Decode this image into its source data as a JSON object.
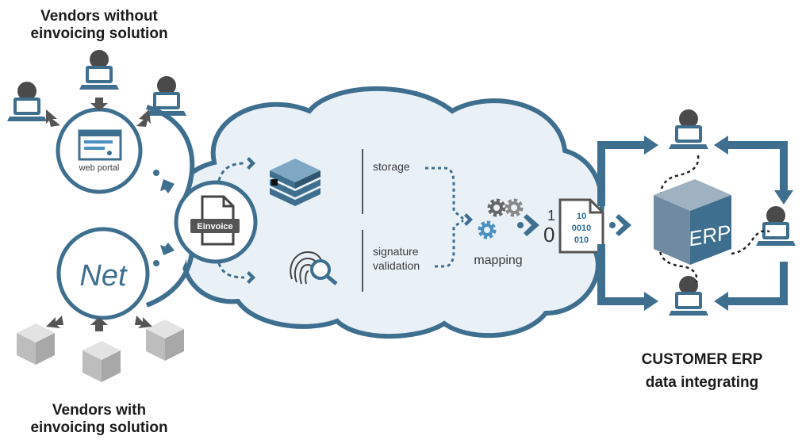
{
  "labels": {
    "vendors_without_line1": "Vendors without",
    "vendors_without_line2": "einvoicing solution",
    "vendors_with_line1": "Vendors with",
    "vendors_with_line2": "einvoicing solution",
    "customer_erp_line1": "CUSTOMER ERP",
    "customer_erp_line2": "data integrating",
    "web_portal": "web portal",
    "net": "Net",
    "einvoice": "Einvoice",
    "storage": "storage",
    "signature": "signature",
    "validation": "validation",
    "mapping": "mapping",
    "erp": "ERP",
    "binary_1": "1",
    "binary_0": "0",
    "binary_r1": "10",
    "binary_r2": "0010",
    "binary_r3": "010"
  },
  "colors": {
    "primary_blue": "#3f6f8f",
    "cloud_fill": "#e9f1f7",
    "cloud_stroke": "#3f6f8f",
    "dark_gray": "#444444",
    "light_gray": "#c8c8c8",
    "accent_blue": "#4a90c2"
  },
  "icons": [
    "computer-user-icon",
    "web-portal-icon",
    "package-box-icon",
    "document-icon",
    "database-stack-icon",
    "fingerprint-search-icon",
    "gears-icon",
    "binary-file-icon",
    "erp-cube-icon"
  ]
}
